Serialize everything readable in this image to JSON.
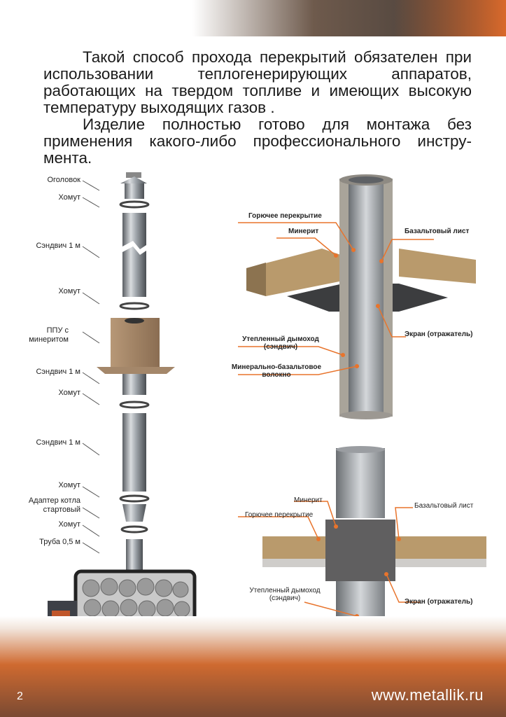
{
  "intro": {
    "p1": "Такой способ прохода перекрытий обязателен при использовании теплогенерирующих аппаратов, работающих на твердом топливе и имеющих высокую температуру выходящих газов .",
    "p2": "Изделие полностью готово для монтажа без применения какого-либо профессионального инстру-мента."
  },
  "chimney_labels": [
    "Оголовок",
    "Хомут",
    "Сэндвич 1 м",
    "Хомут",
    "ППУ с минеритом",
    "Сэндвич 1 м",
    "Хомут",
    "Сэндвич 1 м",
    "Хомут",
    "Адаптер котла стартовый",
    "Хомут",
    "Труба 0,5 м"
  ],
  "diagram_top": {
    "ceiling": "Горючее перекрытие",
    "minerit": "Минерит",
    "basalt": "Базальтовый лист",
    "screen": "Экран (отражатель)",
    "chimney": "Утепленный дымоход (сэндвич)",
    "fiber": "Минерально-базальтовое волокно"
  },
  "diagram_bottom": {
    "minerit": "Минерит",
    "basalt": "Базальтовый лист",
    "ceiling": "Горючее перекрытие",
    "chimney": "Утепленный дымоход (сэндвич)",
    "screen": "Экран (отражатель)"
  },
  "footer": {
    "page_number": "2",
    "website": "www.metallik.ru"
  },
  "colors": {
    "accent": "#d9692b",
    "leader_orange": "#e8742c"
  }
}
